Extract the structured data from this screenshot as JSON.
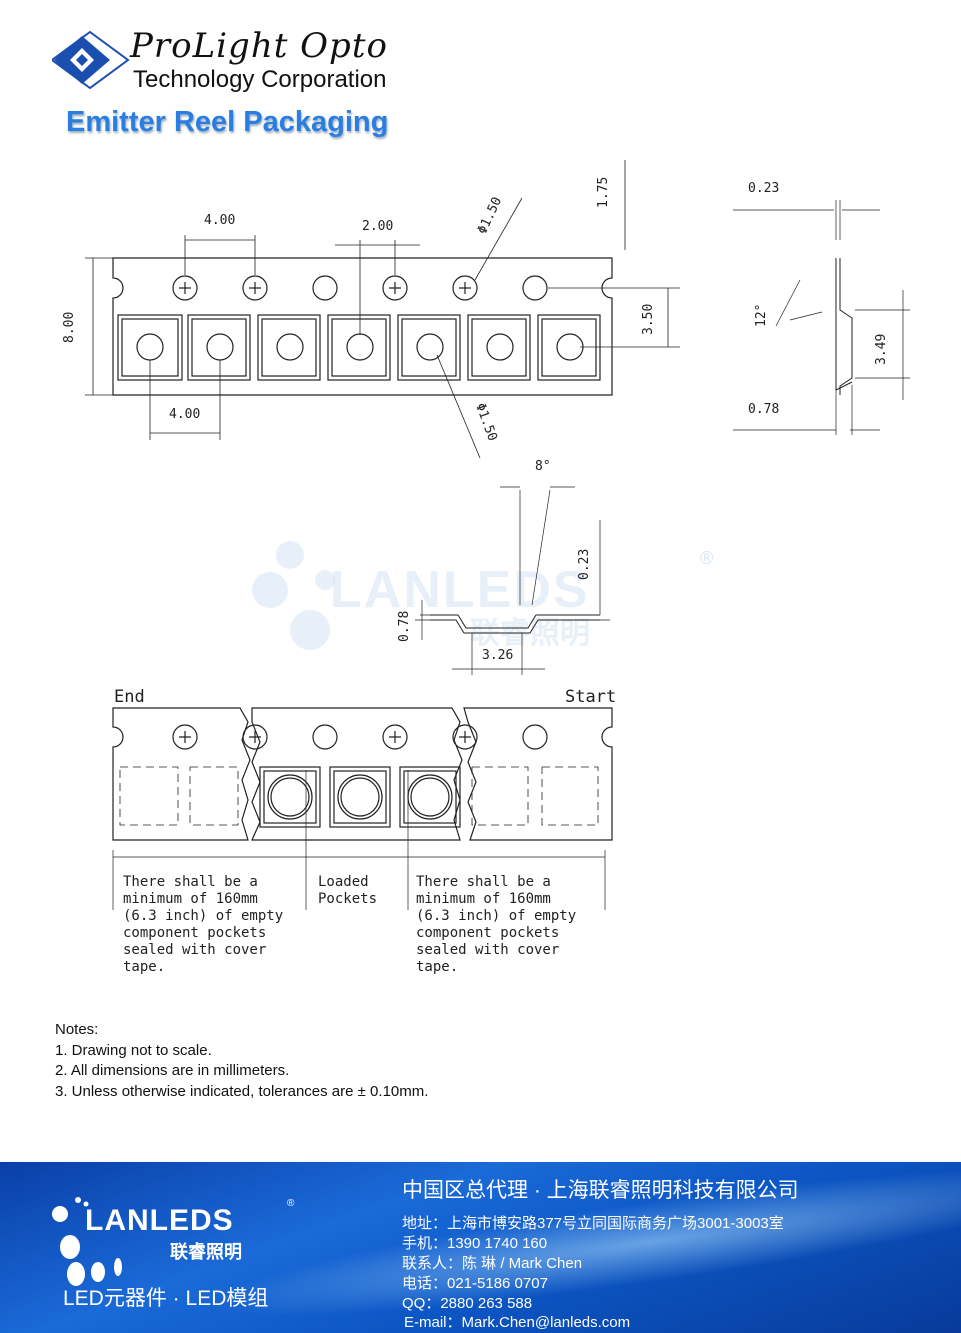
{
  "header": {
    "logo_script": "ProLight Opto",
    "logo_sub": "Technology Corporation",
    "title": "Emitter Reel Packaging"
  },
  "drawing": {
    "dims": {
      "pitch_top": "4.00",
      "half_pitch": "2.00",
      "hole_dia_top": "Φ1.50",
      "offset_top": "1.75",
      "width": "8.00",
      "offset_side": "3.50",
      "pitch_bottom": "4.00",
      "hole_dia_bottom": "Φ1.50",
      "thickness": "0.23",
      "angle": "12°",
      "depth": "3.49",
      "base": "0.78",
      "angle2": "8°",
      "thickness2": "0.23",
      "height2": "0.78",
      "pocket_width": "3.26"
    },
    "end_label": "End",
    "start_label": "Start",
    "callout_left": [
      "There shall be a",
      "minimum of 160mm",
      "(6.3 inch) of empty",
      "component pockets",
      "sealed with cover",
      "tape."
    ],
    "callout_mid": [
      "Loaded",
      "Pockets"
    ],
    "callout_right": [
      "There shall be a",
      "minimum of 160mm",
      "(6.3 inch) of empty",
      "component pockets",
      "sealed with cover",
      "tape."
    ]
  },
  "watermark": {
    "brand": "LANLEDS",
    "cn": "联睿照明",
    "reg": "®"
  },
  "notes": {
    "heading": "Notes:",
    "items": [
      "1. Drawing not to scale.",
      "2. All dimensions are in millimeters.",
      "3. Unless otherwise indicated, tolerances are ± 0.10mm."
    ]
  },
  "footer": {
    "company": "中国区总代理 · 上海联睿照明科技有限公司",
    "address": "地址：上海市博安路377号立同国际商务广场3001-3003室",
    "mobile": "手机：1390 1740 160",
    "contact": "联系人：陈 琳 / Mark Chen",
    "phone": "电话：021-5186 0707",
    "qq": "QQ：2880 263 588",
    "email": "E-mail：Mark.Chen@lanleds.com",
    "brand": "LANLEDS",
    "brand_cn": "联睿照明",
    "reg": "®",
    "slogan": "LED元器件 · LED模组"
  },
  "colors": {
    "title": "#2a7de1",
    "footer": "#0c56c4"
  }
}
